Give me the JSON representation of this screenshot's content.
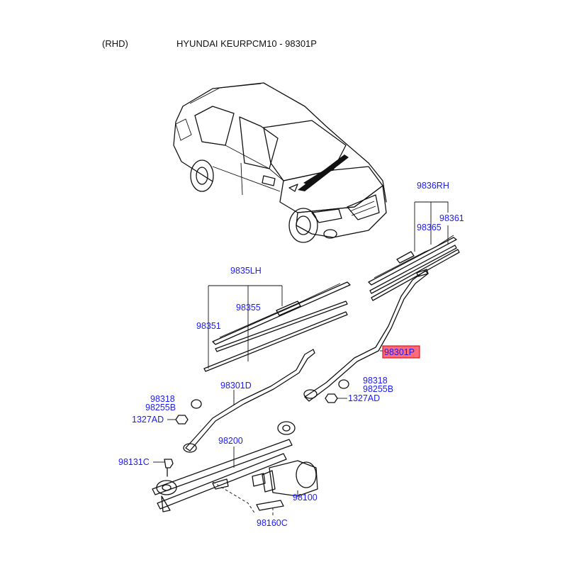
{
  "header": {
    "variant": "(RHD)",
    "title": "HYUNDAI KEURPCM10 - 98301P"
  },
  "colors": {
    "label": "#1a1aff",
    "highlight_fill": "#ff6b7a",
    "highlight_border": "#cc0000",
    "lines": "#111111"
  },
  "labels": {
    "blade_rh": "9836RH",
    "refill_rh_a": "98361",
    "refill_rh_b": "98365",
    "blade_lh": "9835LH",
    "refill_lh_a": "98355",
    "refill_lh_b": "98351",
    "arm_rh": "98301P",
    "cap_rh_a": "98318",
    "cap_rh_b": "98255B",
    "nut_rh": "1327AD",
    "arm_lh": "98301D",
    "cap_lh_a": "98318",
    "cap_lh_b": "98255B",
    "nut_lh": "1327AD",
    "linkage": "98200",
    "bolt": "98131C",
    "motor": "98100",
    "bracket": "98160C"
  },
  "highlighted_part": "98301P"
}
